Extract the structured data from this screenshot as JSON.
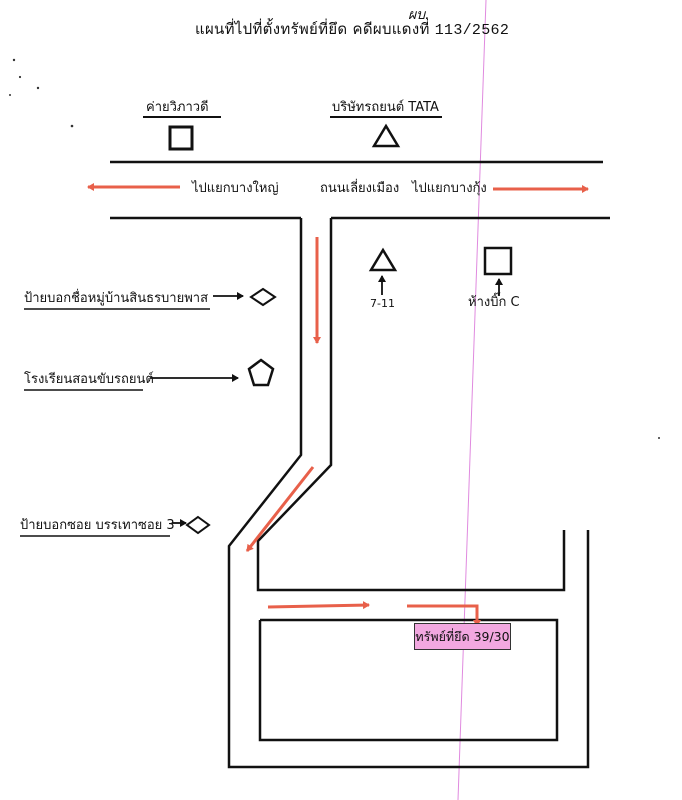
{
  "title": {
    "text": "แผนที่ไปที่ตั้งทรัพย์ที่ยึด คดีผบแดงที่",
    "case_no": "113/2562",
    "annotation": "ผบ."
  },
  "landmarks": {
    "top_left": "ค่ายวิภาวดี",
    "top_center": "บริษัทรถยนต์ TATA",
    "seven_eleven": "7-11",
    "big_c": "ห้างบิ๊ก C"
  },
  "main_road": {
    "west": "ไปแยกบางใหญ่",
    "name": "ถนนเลี่ยงเมือง",
    "east": "ไปแยกบางกุ้ง"
  },
  "side_labels": {
    "village_sign": "ป้ายบอกชื่อหมู่บ้านสินธรบายพาส",
    "driving_school": "โรงเรียนสอนขับรถยนต์",
    "soi_sign": "ป้ายบอกซอย บรรเทาซอย 3"
  },
  "property": {
    "label": "ทรัพย์ที่ยึด 39/30",
    "color": "#f2a8e0"
  },
  "colors": {
    "route_arrow": "#e8604a",
    "road_line": "#111111"
  },
  "icons": {
    "square": "square-icon",
    "triangle": "triangle-icon",
    "diamond": "diamond-icon",
    "pentagon": "pentagon-icon"
  }
}
